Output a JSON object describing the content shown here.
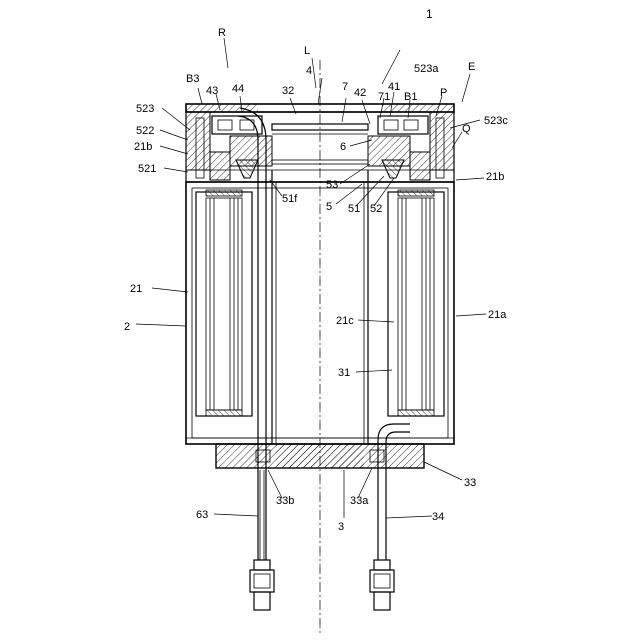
{
  "figure": {
    "number": "1",
    "labels": {
      "R": "R",
      "L": "L",
      "n4": "4",
      "n1": "1",
      "n523a": "523a",
      "E": "E",
      "B3": "B3",
      "n43": "43",
      "n44": "44",
      "n32": "32",
      "n7": "7",
      "n42": "42",
      "n41": "41",
      "n71": "71",
      "B1": "B1",
      "P": "P",
      "n523_left": "523",
      "n523c": "523c",
      "n522": "522",
      "n21b_left": "21b",
      "Q": "Q",
      "n6": "6",
      "n521": "521",
      "n21b_right": "21b",
      "n53": "53",
      "n51f": "51f",
      "n5": "5",
      "n51": "51",
      "n52": "52",
      "n21_left": "21",
      "n21c": "21c",
      "n21a": "21a",
      "n2": "2",
      "n31": "31",
      "n33": "33",
      "n33b": "33b",
      "n33a": "33a",
      "n63": "63",
      "n34": "34",
      "n3": "3"
    }
  }
}
